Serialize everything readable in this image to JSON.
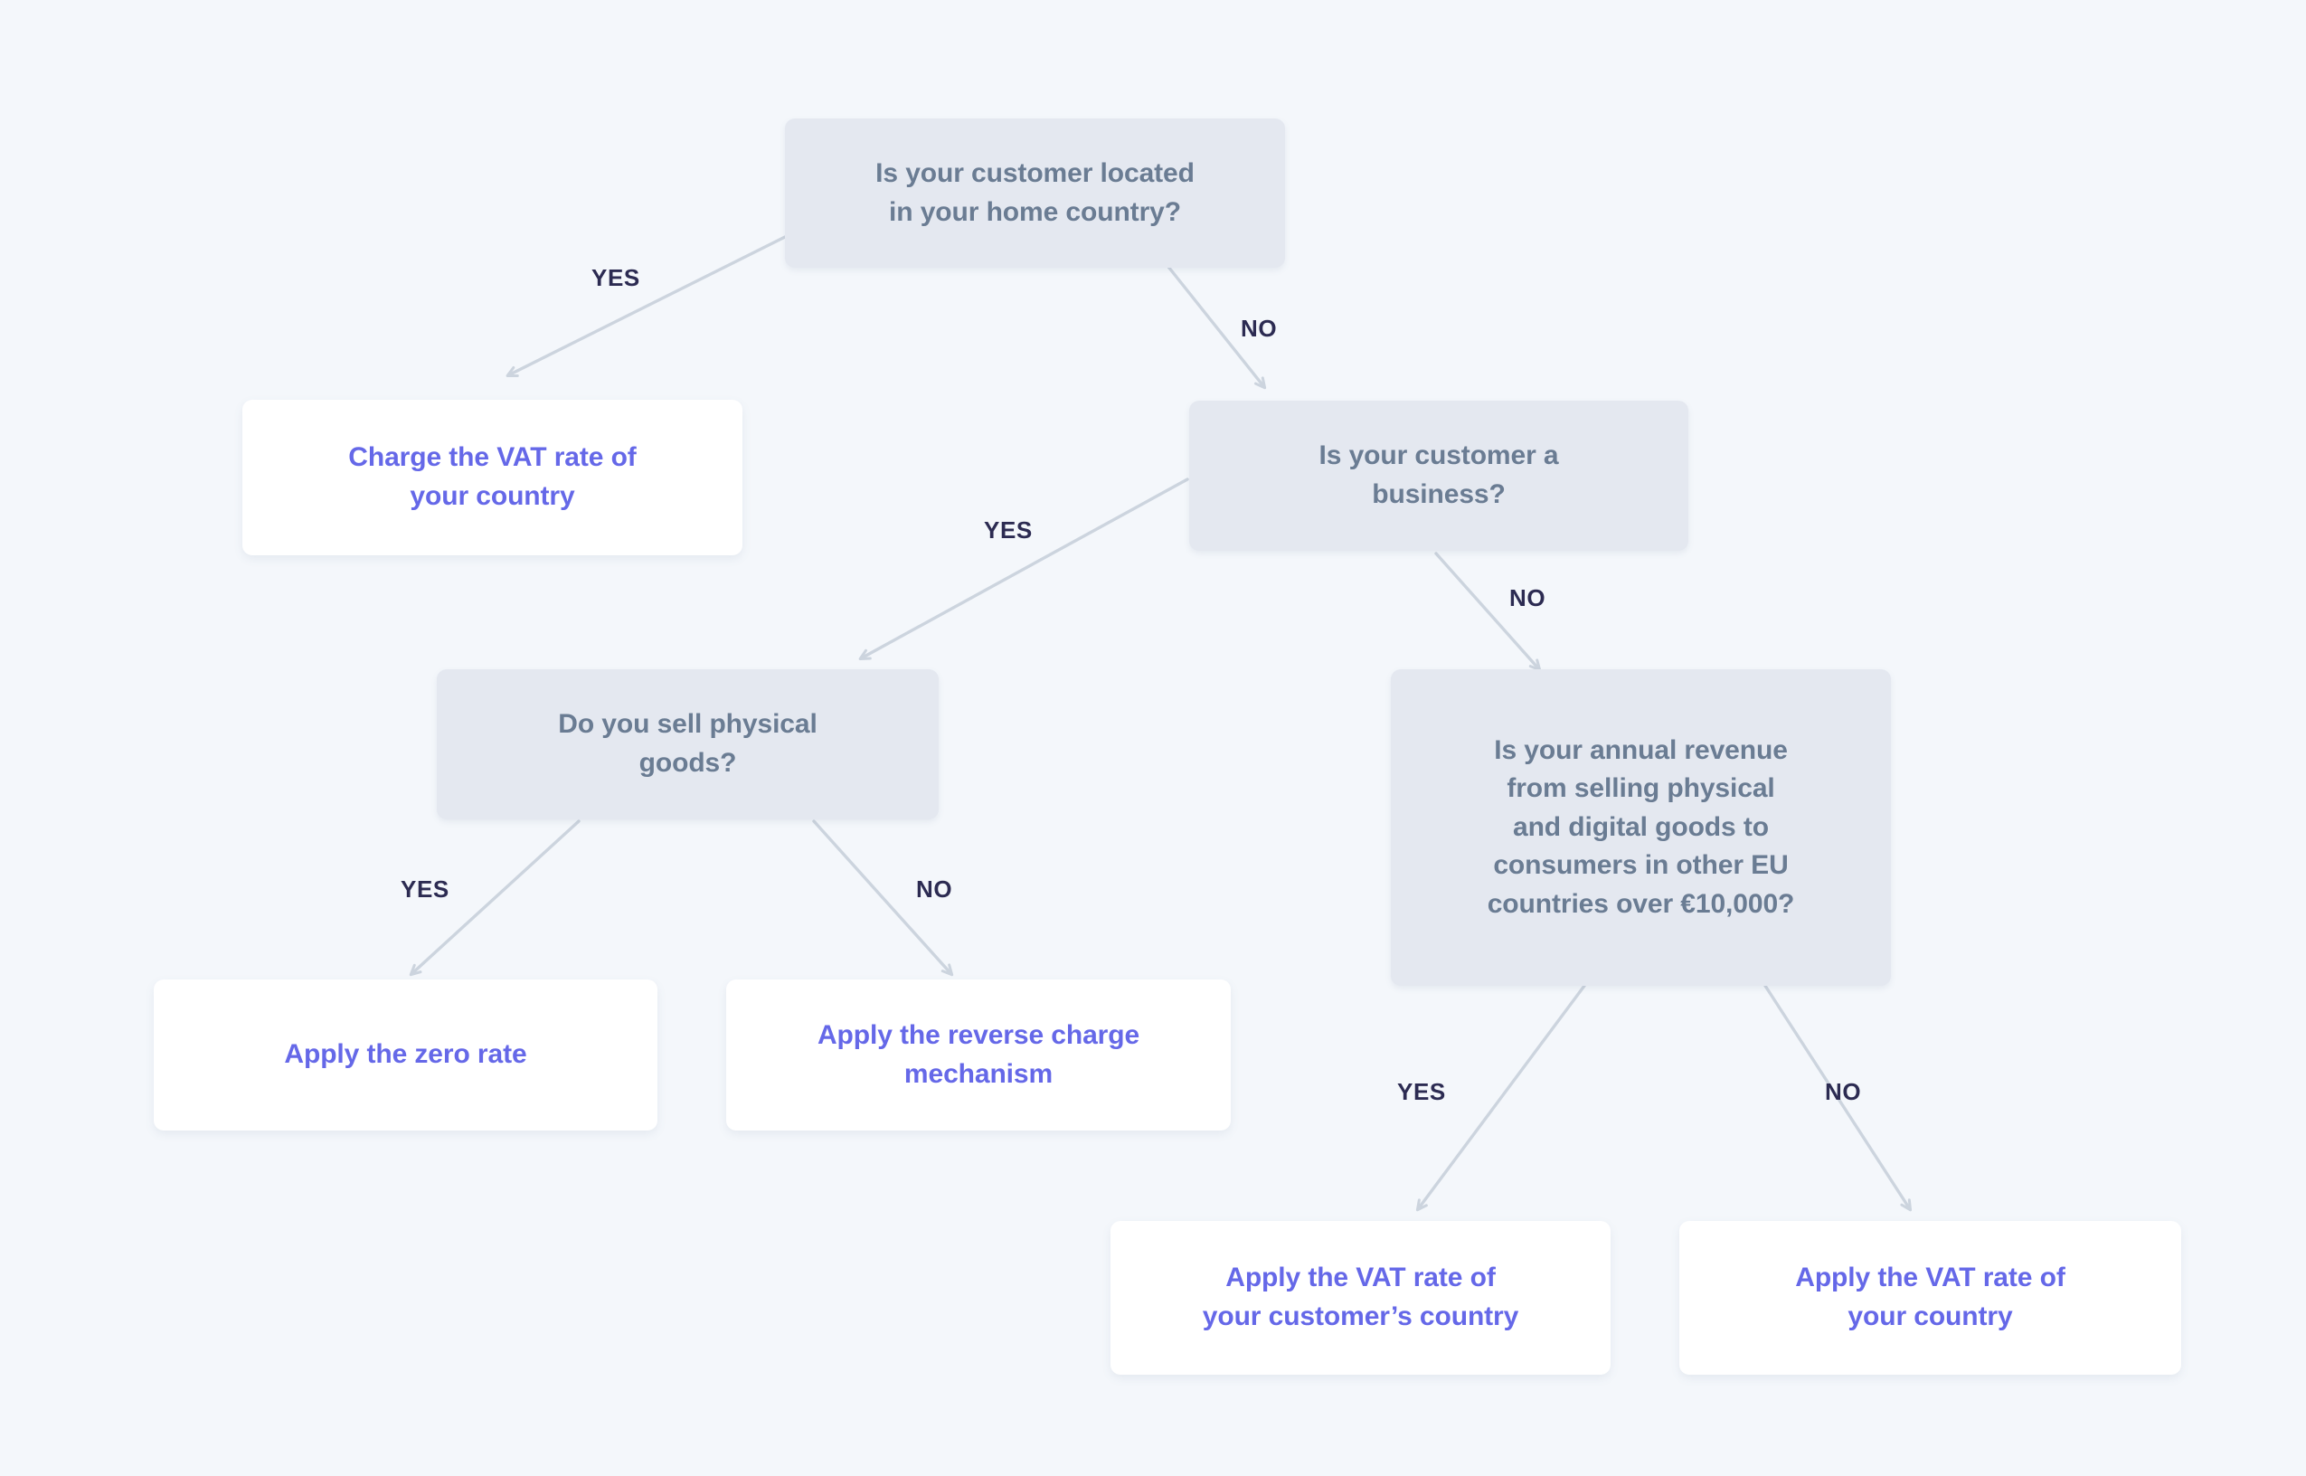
{
  "diagram": {
    "title": "VAT decision tree",
    "background_color": "#f4f7fb",
    "question_node_color": "#e4e8f0",
    "question_text_color": "#6a7c93",
    "outcome_node_color": "#ffffff",
    "outcome_text_color": "#6568e8",
    "edge_color": "#ccd4de",
    "edge_label_color": "#2c2b52"
  },
  "nodes": {
    "q_home_country": "Is your customer located\nin your home country?",
    "o_charge_home_vat": "Charge the VAT rate of\nyour country",
    "q_is_business": "Is your customer a\nbusiness?",
    "q_physical_goods": "Do you sell physical\ngoods?",
    "q_revenue_threshold": "Is your annual revenue\nfrom selling physical\nand digital goods to\nconsumers in other EU\ncountries over €10,000?",
    "o_zero_rate": "Apply the zero rate",
    "o_reverse_charge": "Apply the reverse charge\nmechanism",
    "o_customer_country_vat": "Apply the VAT rate of\nyour customer’s country",
    "o_own_country_vat": "Apply the VAT rate of\nyour country"
  },
  "edge_labels": {
    "home_yes": "YES",
    "home_no": "NO",
    "business_yes": "YES",
    "business_no": "NO",
    "goods_yes": "YES",
    "goods_no": "NO",
    "revenue_yes": "YES",
    "revenue_no": "NO"
  }
}
